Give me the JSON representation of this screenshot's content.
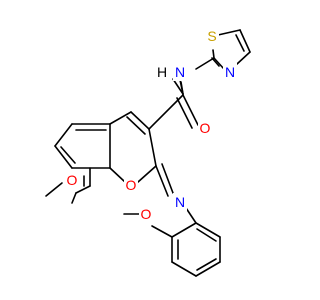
{
  "molecule": {
    "atom_labels": {
      "s1": "S",
      "n_thiazole": "N",
      "nh": "N",
      "h_nh": "H",
      "o_carbonyl": "O",
      "o_ring": "O",
      "n_imine": "N",
      "o_methoxy_left": "O",
      "o_methoxy_right": "O"
    },
    "colors": {
      "bond": "#000000",
      "carbon_text": "#000000",
      "nitrogen": "#0000ff",
      "oxygen": "#ff0000",
      "sulfur": "#c8a000"
    }
  }
}
